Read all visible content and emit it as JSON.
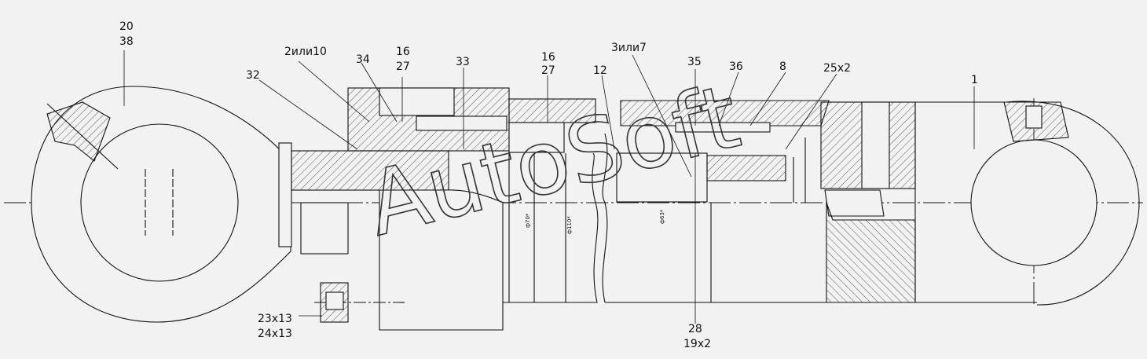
{
  "drawing": {
    "watermark": "AutoSoft",
    "colors": {
      "background": "#f2f2f2",
      "line": "#111111",
      "hatch": "#444444"
    },
    "callouts": [
      {
        "id": "c20",
        "text": "20"
      },
      {
        "id": "c38",
        "text": "38"
      },
      {
        "id": "c2ili10",
        "text": "2или10"
      },
      {
        "id": "c34",
        "text": "34"
      },
      {
        "id": "c16a",
        "text": "16"
      },
      {
        "id": "c27a",
        "text": "27"
      },
      {
        "id": "c32",
        "text": "32"
      },
      {
        "id": "c33",
        "text": "33"
      },
      {
        "id": "c16b",
        "text": "16"
      },
      {
        "id": "c27b",
        "text": "27"
      },
      {
        "id": "c12",
        "text": "12"
      },
      {
        "id": "c3ili7",
        "text": "3или7"
      },
      {
        "id": "c35",
        "text": "35"
      },
      {
        "id": "c36",
        "text": "36"
      },
      {
        "id": "c8",
        "text": "8"
      },
      {
        "id": "c25x2",
        "text": "25x2"
      },
      {
        "id": "c1",
        "text": "1"
      },
      {
        "id": "c23x13",
        "text": "23x13"
      },
      {
        "id": "c24x13",
        "text": "24x13"
      },
      {
        "id": "c28",
        "text": "28"
      },
      {
        "id": "c19x2",
        "text": "19x2"
      }
    ],
    "dimensions": [
      {
        "id": "d70",
        "text": "ф70*"
      },
      {
        "id": "d110",
        "text": "ф110*"
      },
      {
        "id": "d63",
        "text": "ф63*"
      }
    ]
  }
}
